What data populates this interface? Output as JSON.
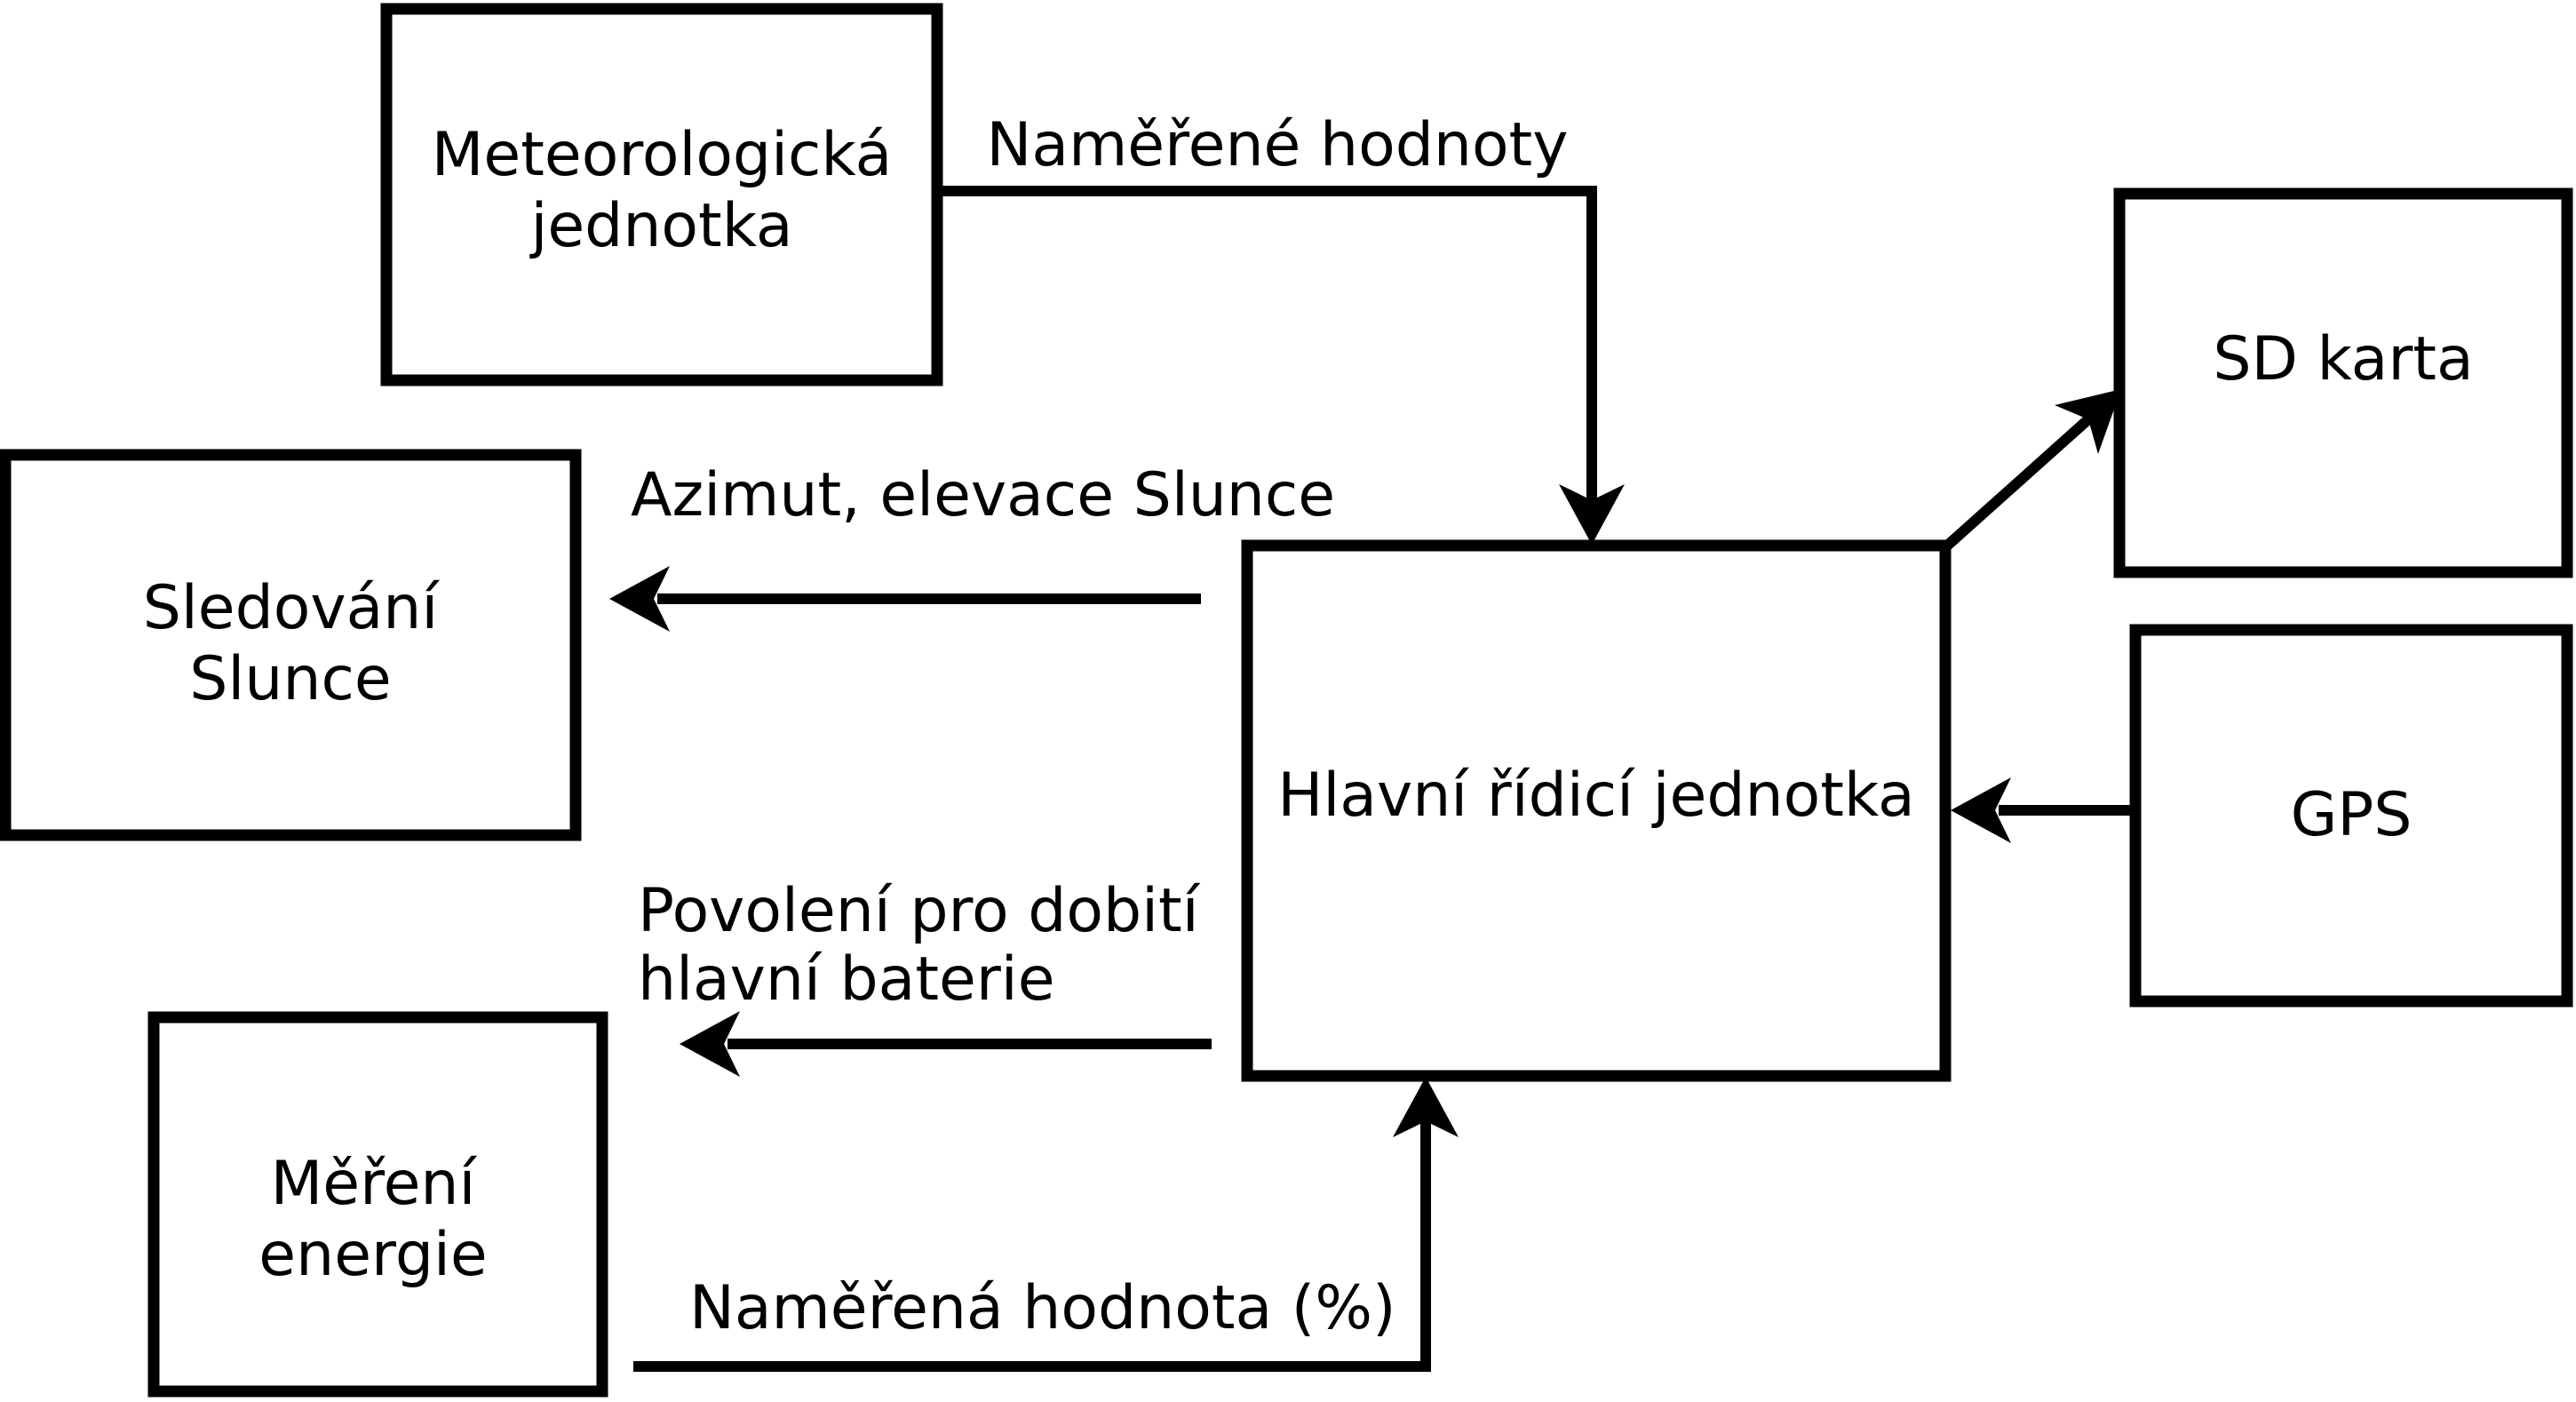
{
  "diagram": {
    "colors": {
      "background": "#ffffff",
      "stroke": "#000000",
      "text": "#000000"
    },
    "nodes": {
      "meteo": {
        "line1": "Meteorologická",
        "line2": "jednotka"
      },
      "sledovani": {
        "line1": "Sledování",
        "line2": "Slunce"
      },
      "mereni": {
        "line1": "Měření",
        "line2": "energie"
      },
      "hlavni": {
        "label": "Hlavní řídicí jednotka"
      },
      "sd": {
        "label": "SD karta"
      },
      "gps": {
        "label": "GPS"
      }
    },
    "edges": {
      "namerene": {
        "label": "Naměřené hodnoty"
      },
      "azimut": {
        "label": "Azimut, elevace Slunce"
      },
      "povoleni": {
        "line1": "Povolení pro dobití",
        "line2": "hlavní baterie"
      },
      "namerena": {
        "label": "Naměřená hodnota (%)"
      }
    }
  }
}
